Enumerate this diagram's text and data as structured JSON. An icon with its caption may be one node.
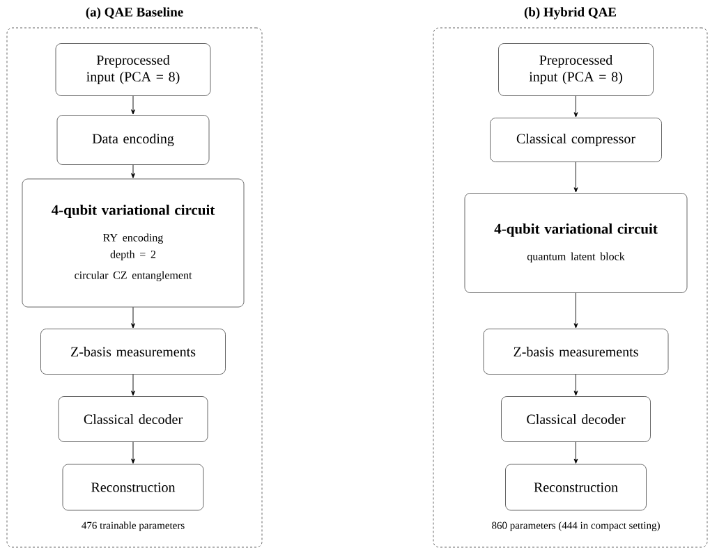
{
  "diagram": {
    "nodes": [
      {
        "text": [
          "(a) QAE Baseline",
          "476 trainable parameters"
        ]
      },
      {
        "text": [
          "Preprocessed input (PCA = 8)"
        ],
        "in": 0
      },
      {
        "text": [
          "Data encoding"
        ],
        "in": 0
      },
      {
        "text": [
          "4-qubit variational circuit",
          "RY encoding",
          "depth = 2",
          "circular CZ entanglement"
        ],
        "in": 0
      },
      {
        "text": [
          "Z-basis measurements"
        ],
        "in": 0
      },
      {
        "text": [
          "Classical decoder"
        ],
        "in": 0
      },
      {
        "text": [
          "Reconstruction"
        ],
        "in": 0
      },
      {
        "text": [
          "(b) Hybrid QAE",
          "860 parameters (444 in compact setting)"
        ]
      },
      {
        "text": [
          "Preprocessed input (PCA = 8)"
        ],
        "in": 7
      },
      {
        "text": [
          "Classical compressor"
        ],
        "in": 7
      },
      {
        "text": [
          "4-qubit variational circuit",
          "quantum latent block"
        ],
        "in": 7
      },
      {
        "text": [
          "Z-basis measurements"
        ],
        "in": 7
      },
      {
        "text": [
          "Classical decoder"
        ],
        "in": 7
      },
      {
        "text": [
          "Reconstruction"
        ],
        "in": 7
      }
    ],
    "edges": [
      {
        "from": 1,
        "to": 2,
        "arrow": "to"
      },
      {
        "from": 2,
        "to": 3,
        "arrow": "to"
      },
      {
        "from": 3,
        "to": 4,
        "arrow": "to"
      },
      {
        "from": 4,
        "to": 5,
        "arrow": "to"
      },
      {
        "from": 5,
        "to": 6,
        "arrow": "to"
      },
      {
        "from": 8,
        "to": 9,
        "arrow": "to"
      },
      {
        "from": 9,
        "to": 10,
        "arrow": "to"
      },
      {
        "from": 10,
        "to": 11,
        "arrow": "to"
      },
      {
        "from": 11,
        "to": 12,
        "arrow": "to"
      },
      {
        "from": 12,
        "to": 13,
        "arrow": "to"
      }
    ]
  }
}
